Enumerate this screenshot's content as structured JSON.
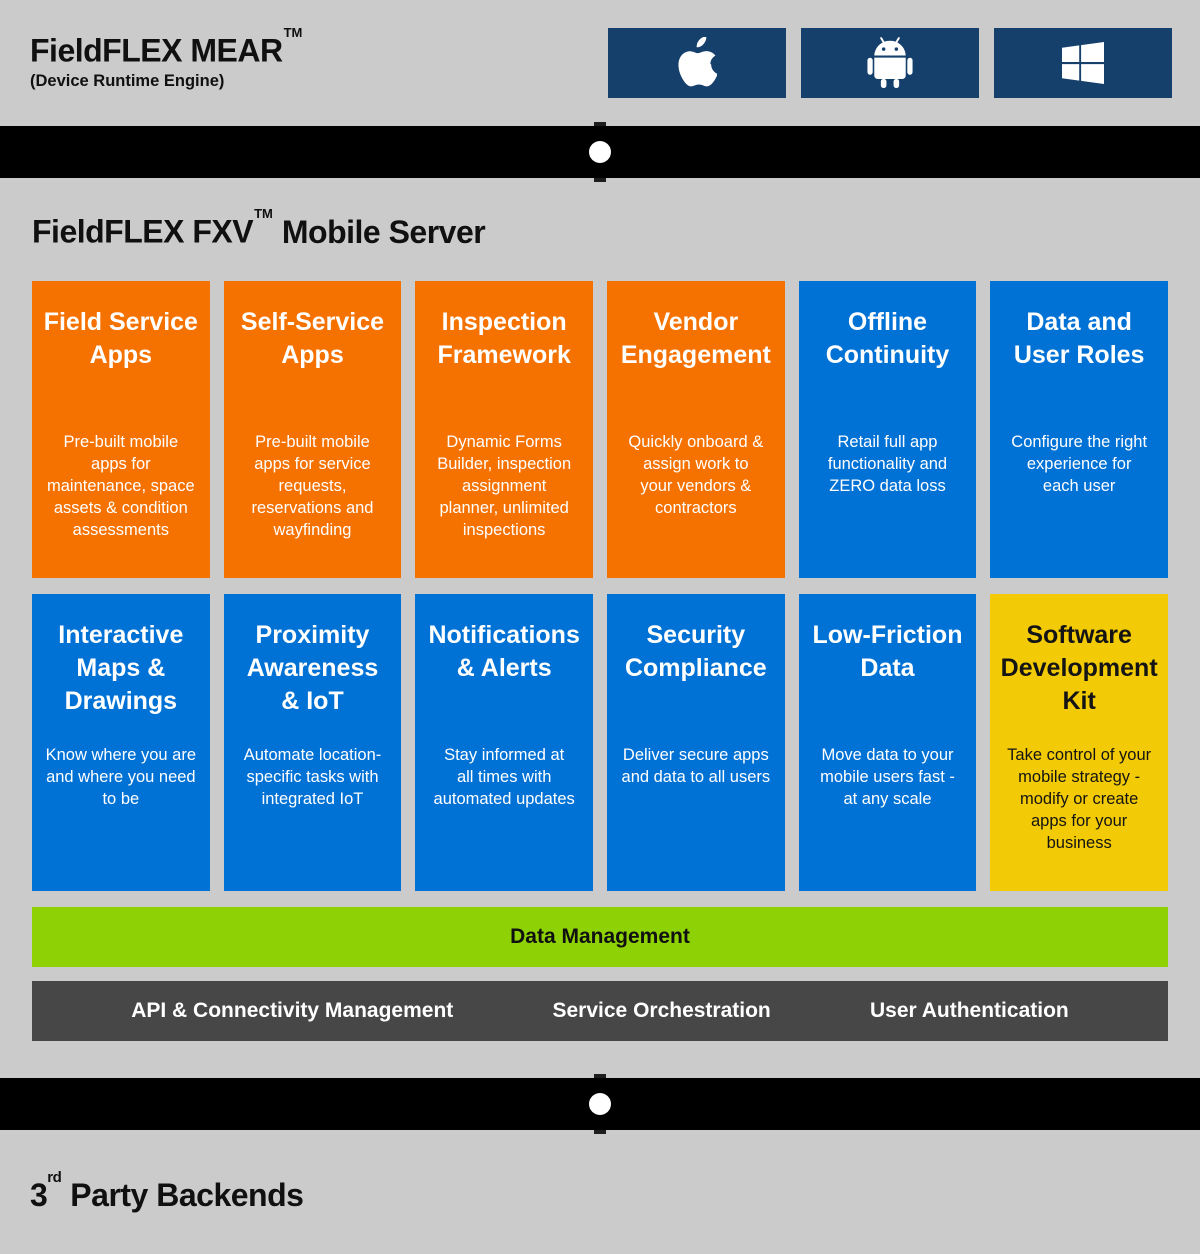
{
  "colors": {
    "background": "#cbcbcb",
    "navy": "#16406c",
    "orange": "#f57100",
    "blue": "#0071d5",
    "yellow": "#f2ca05",
    "green": "#8ed104",
    "dark_gray_bar": "#474747",
    "black_bar": "#000000",
    "white": "#ffffff"
  },
  "device_section": {
    "title": "FieldFLEX MEAR",
    "trademark": "TM",
    "subtitle": "(Device Runtime Engine)",
    "platforms": [
      {
        "icon": "apple-icon"
      },
      {
        "icon": "android-icon"
      },
      {
        "icon": "windows-icon"
      }
    ]
  },
  "server_section": {
    "title": "FieldFLEX FXV",
    "trademark": "TM",
    "title_suffix": "Mobile Server",
    "cards": [
      {
        "color": "orange",
        "title": "Field Service\nApps",
        "body": "Pre-built mobile\napps for\nmaintenance, space\nassets & condition\nassessments"
      },
      {
        "color": "orange",
        "title": "Self-Service\nApps",
        "body": "Pre-built mobile\napps for service\nrequests,\nreservations and\nwayfinding"
      },
      {
        "color": "orange",
        "title": "Inspection\nFramework",
        "body": "Dynamic Forms\nBuilder, inspection\nassignment\nplanner, unlimited\ninspections"
      },
      {
        "color": "orange",
        "title": "Vendor\nEngagement",
        "body": "Quickly onboard &\nassign work to\nyour vendors &\ncontractors"
      },
      {
        "color": "blue",
        "title": "Offline\nContinuity",
        "body": "Retail full app\nfunctionality and\nZERO data loss"
      },
      {
        "color": "blue",
        "title": "Data and\nUser Roles",
        "body": "Configure the right\nexperience for\neach user"
      },
      {
        "color": "blue",
        "title": "Interactive\nMaps &\nDrawings",
        "body": "Know where you are\nand where you need\nto be"
      },
      {
        "color": "blue",
        "title": "Proximity\nAwareness\n& IoT",
        "body": "Automate location-\nspecific tasks with\nintegrated IoT"
      },
      {
        "color": "blue",
        "title": "Notifications\n& Alerts",
        "body": "Stay informed at\nall times with\nautomated updates"
      },
      {
        "color": "blue",
        "title": "Security\nCompliance",
        "body": "Deliver secure apps\nand data to all users"
      },
      {
        "color": "blue",
        "title": "Low-Friction\nData",
        "body": "Move data to your\nmobile users fast -\nat any scale"
      },
      {
        "color": "yellow",
        "title": "Software\nDevelopment\nKit",
        "body": "Take control of your\nmobile strategy -\nmodify or create\napps for your\nbusiness"
      }
    ],
    "data_management_label": "Data Management",
    "platform_bar_items": [
      "API & Connectivity Management",
      "Service Orchestration",
      "User Authentication"
    ]
  },
  "backend_section": {
    "title_number": "3",
    "title_ordinal": "rd",
    "title_rest": "Party Backends"
  }
}
